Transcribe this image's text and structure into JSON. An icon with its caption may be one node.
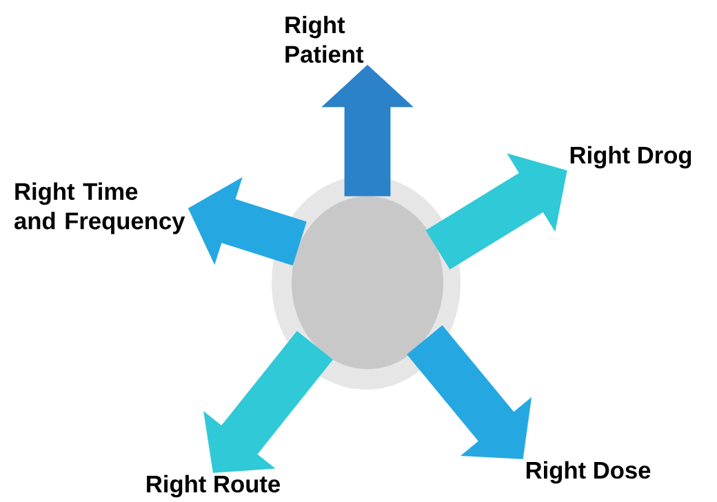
{
  "diagram": {
    "nodes": [
      {
        "text": [],
        "shape": "circle"
      },
      {
        "text": [
          "Right Patient"
        ]
      },
      {
        "text": [
          "Right Drog"
        ]
      },
      {
        "text": [
          "Right Dose"
        ]
      },
      {
        "text": [
          "Right Route"
        ]
      },
      {
        "text": [
          "Right Time and Frequency"
        ]
      }
    ],
    "edges": [
      {
        "from": 0,
        "to": 1,
        "arrow": "to",
        "color": "#2b82c9"
      },
      {
        "from": 0,
        "to": 2,
        "arrow": "to",
        "color": "#2fc9d7"
      },
      {
        "from": 0,
        "to": 3,
        "arrow": "to",
        "color": "#25a8e2"
      },
      {
        "from": 0,
        "to": 4,
        "arrow": "to",
        "color": "#2fc9d7"
      },
      {
        "from": 0,
        "to": 5,
        "arrow": "to",
        "color": "#25a8e2"
      }
    ]
  }
}
